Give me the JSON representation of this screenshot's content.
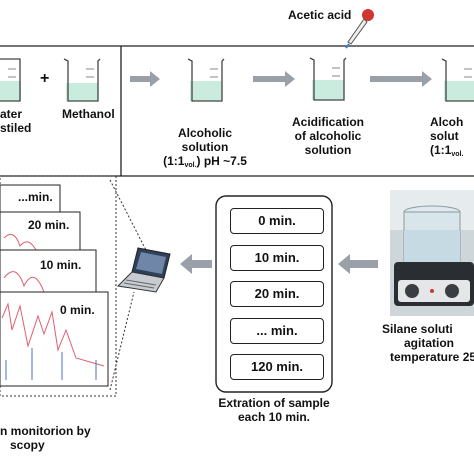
{
  "top": {
    "water_label_1": "ater",
    "water_label_2": "stiled",
    "plus": "+",
    "methanol_label": "Methanol",
    "acetic_label": "Acetic acid",
    "alcoholic_1": "Alcoholic",
    "alcoholic_2": "solution",
    "alcoholic_3a": "(1:1",
    "alcoholic_3sub": "vol.",
    "alcoholic_3b": ") pH ~7.5",
    "acid_1": "Acidification",
    "acid_2": "of alcoholic",
    "acid_3": "solution",
    "right_1": "Alcoh",
    "right_2": "solut",
    "right_3a": "(1:1",
    "right_3sub": "vol."
  },
  "extraction": {
    "slots": [
      "0 min.",
      "10 min.",
      "20 min.",
      "... min.",
      "120 min."
    ],
    "caption_1": "Extration of sample",
    "caption_2": "each 10 min."
  },
  "silane": {
    "line_1": "Silane soluti",
    "line_2": "agitation",
    "line_3": "temperature 25"
  },
  "spectra": {
    "labels": [
      "...min.",
      "20 min.",
      "10 min.",
      "0 min."
    ],
    "caption_1": "n monitorion by",
    "caption_2": "scopy"
  },
  "colors": {
    "liquid": "#c9ecdf",
    "line": "#222222",
    "arrow": "#9aa0a8",
    "spectrum_red": "#e06070",
    "spectrum_blue": "#4a6fd0"
  }
}
